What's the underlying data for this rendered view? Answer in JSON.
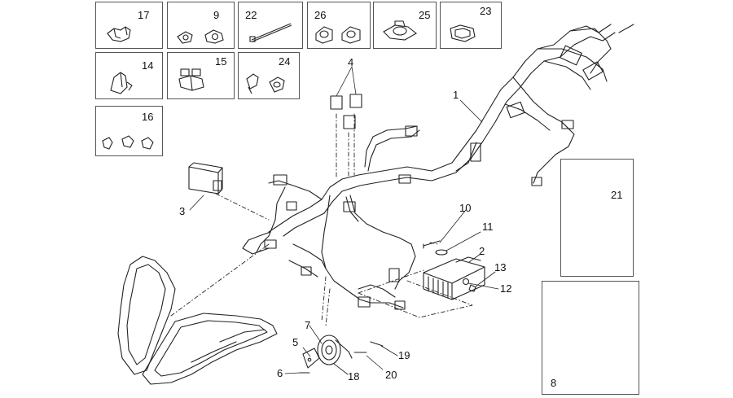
{
  "diagram": {
    "callouts": [
      "1",
      "2",
      "3",
      "4",
      "5",
      "6",
      "7",
      "8",
      "9",
      "10",
      "11",
      "12",
      "13",
      "14",
      "15",
      "16",
      "17",
      "18",
      "19",
      "20",
      "21",
      "22",
      "23",
      "24",
      "25",
      "26"
    ]
  },
  "kit_boxes": [
    {
      "number": "17",
      "icon": "cable-clip-icon"
    },
    {
      "number": "9",
      "icon": "cable-clamp-pair-icon"
    },
    {
      "number": "22",
      "icon": "cable-tie-icon"
    },
    {
      "number": "26",
      "icon": "harness-clamp-pair-icon"
    },
    {
      "number": "25",
      "icon": "bracket-clip-icon"
    },
    {
      "number": "23",
      "icon": "grommet-icon"
    },
    {
      "number": "14",
      "icon": "push-clip-icon"
    },
    {
      "number": "15",
      "icon": "clip-set-icon"
    },
    {
      "number": "24",
      "icon": "harness-clip-pair-icon"
    },
    {
      "number": "16",
      "icon": "clip-trio-icon"
    }
  ]
}
